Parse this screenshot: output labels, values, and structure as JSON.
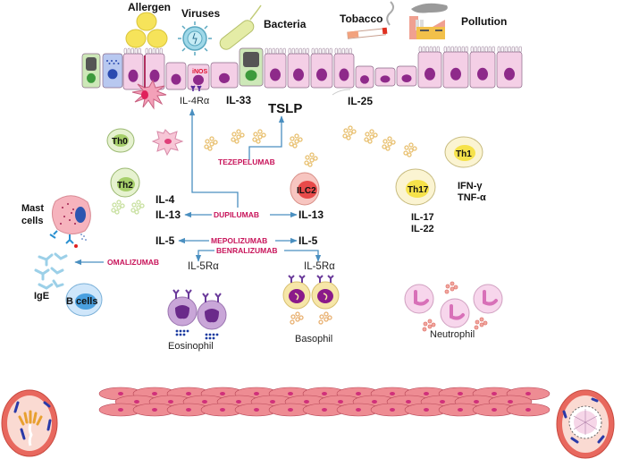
{
  "triggers": {
    "allergen": "Allergen",
    "viruses": "Viruses",
    "bacteria": "Bacteria",
    "tobacco": "Tobacco",
    "pollution": "Pollution"
  },
  "epithelium": {
    "inos": "iNOS",
    "il4ra": "IL-4Rα"
  },
  "alarmins": {
    "il33": "IL-33",
    "tslp": "TSLP",
    "il25": "IL-25"
  },
  "cells": {
    "th0": "Th0",
    "th2": "Th2",
    "ilc2": "ILC2",
    "th17": "Th17",
    "th1": "Th1",
    "mast_cells": "Mast cells",
    "mast_line1": "Mast",
    "mast_line2": "cells",
    "b_cells": "B cells",
    "ige": "IgE",
    "eosinophil": "Eosinophil",
    "basophil": "Basophil",
    "neutrophil": "Neutrophil"
  },
  "cytokines": {
    "il4": "IL-4",
    "il13_left": "IL-13",
    "il13_right": "IL-13",
    "il5_left": "IL-5",
    "il5_right": "IL-5",
    "il5ra_left": "IL-5Rα",
    "il5ra_right": "IL-5Rα",
    "ifn_gamma": "IFN-γ",
    "tnf_alpha": "TNF-α",
    "il17": "IL-17",
    "il22": "IL-22"
  },
  "drugs": {
    "tezepelumab": "TEZEPELUMAB",
    "dupilumab": "DUPILUMAB",
    "mepolizumab": "MEPOLIZUMAB",
    "benralizumab": "BENRALIZUMAB",
    "omalizumab": "OMALIZUMAB"
  },
  "colors": {
    "drug_label": "#c8145a",
    "arrow": "#4a8fc0",
    "epithelial_cell": "#f4cfe6",
    "nucleus": "#8e2a8a",
    "smooth_muscle": "#ee8c93",
    "airway_wall": "#e8685e"
  }
}
